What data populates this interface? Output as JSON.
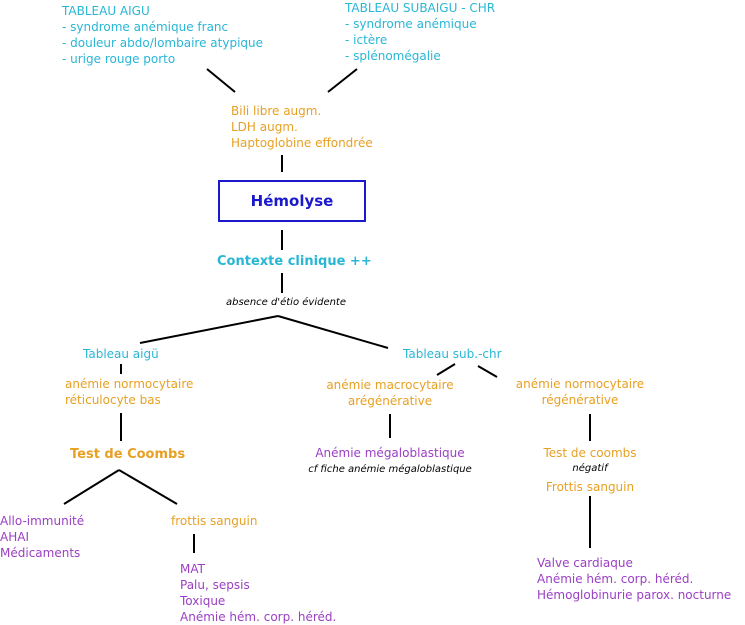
{
  "tableau_aigu": {
    "title": "TABLEAU AIGU",
    "items": [
      "- syndrome anémique franc",
      "- douleur abdo/lombaire atypique",
      "- urige rouge porto"
    ]
  },
  "tableau_subaigu": {
    "title": "TABLEAU SUBAIGU - CHR",
    "items": [
      "- syndrome anémique",
      "- ictère",
      "- splénomégalie"
    ]
  },
  "bio": [
    "Bili libre augm.",
    "LDH augm.",
    "Haptoglobine effondrée"
  ],
  "hemolyse": "Hémolyse",
  "contexte": "Contexte clinique ++",
  "absence": "absence d'étio évidente",
  "left_branch": {
    "label": "Tableau aigü",
    "desc": [
      "anémie normocytaire",
      "réticulocyte bas"
    ],
    "coombs": "Test de Coombs",
    "causes": [
      "Allo-immunité",
      "AHAI",
      "Médicaments"
    ],
    "frottis": "frottis sanguin",
    "frottis_causes": [
      "MAT",
      "Palu, sepsis",
      "Toxique",
      "Anémie hém. corp. héréd."
    ]
  },
  "right_branch": {
    "label": "Tableau sub.-chr",
    "macro": [
      "anémie macrocytaire",
      "arégénérative"
    ],
    "megalo": "Anémie mégaloblastique",
    "megalo_note": "cf fiche anémie mégaloblastique",
    "normo": [
      "anémie normocytaire",
      "régénérative"
    ],
    "coombs": "Test de coombs",
    "coombs_result": "négatif",
    "frottis": "Frottis sanguin",
    "causes": [
      "Valve cardiaque",
      "Anémie hém. corp. héréd.",
      "Hémoglobinurie parox. nocturne"
    ]
  }
}
